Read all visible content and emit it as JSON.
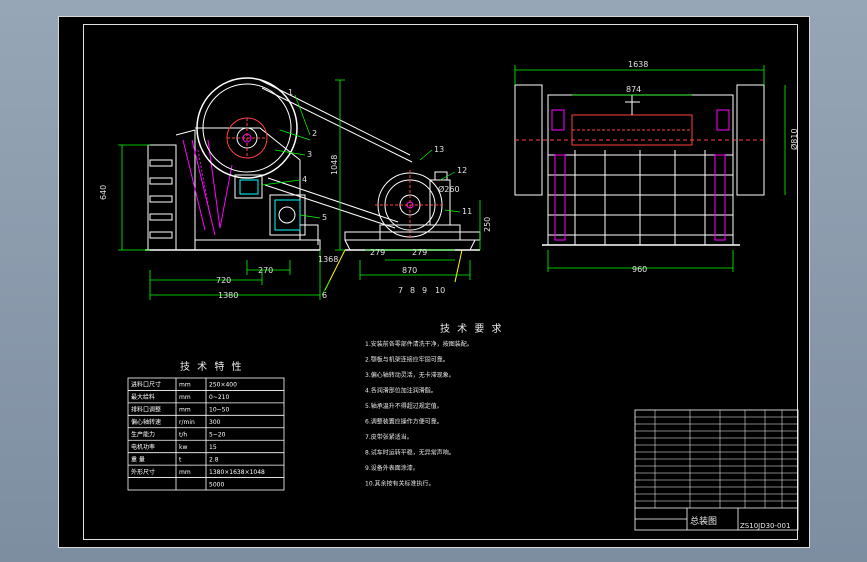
{
  "drawing": {
    "dimensions": {
      "d640": "640",
      "d1048": "1048",
      "d1368": "1368",
      "d720": "720",
      "d270": "270",
      "d1380": "1380",
      "d279a": "279",
      "d279b": "279",
      "d870": "870",
      "d250": "250",
      "d260": "Ø260",
      "d1638": "1638",
      "d874": "874",
      "d810": "Ø810",
      "d960": "960"
    },
    "balloons": [
      "1",
      "2",
      "3",
      "4",
      "5",
      "6",
      "7",
      "8",
      "9",
      "10",
      "11",
      "12",
      "13"
    ]
  },
  "tech_spec": {
    "title": "技 术 特 性",
    "rows": [
      [
        "进料口尺寸",
        "mm",
        "250×400"
      ],
      [
        "最大给料",
        "mm",
        "0~210"
      ],
      [
        "排料口调整",
        "mm",
        "10~50"
      ],
      [
        "偏心轴转速",
        "r/min",
        "300"
      ],
      [
        "生产能力",
        "t/h",
        "5~20"
      ],
      [
        "电机功率",
        "kw",
        "15"
      ],
      [
        "重  量",
        "t",
        "2.8"
      ],
      [
        "外形尺寸",
        "mm",
        "1380×1638×1048"
      ],
      [
        "",
        "",
        "5000"
      ]
    ]
  },
  "tech_req": {
    "title": "技 术 要 求",
    "lines": [
      "1.安装前各零部件清洗干净，按图装配。",
      "2.颚板与机架连接应牢固可靠。",
      "3.偏心轴转动灵活，无卡滞现象。",
      "4.各润滑部位加注润滑脂。",
      "5.轴承温升不得超过规定值。",
      "6.调整装置应操作方便可靠。",
      "7.皮带张紧适当。",
      "8.试车时运转平稳，无异常声响。",
      "9.设备外表面涂漆。",
      "10.其余按有关标准执行。"
    ]
  },
  "title_block": {
    "drawing_name": "总装图",
    "drawing_no": "ZS10JD30-001"
  }
}
